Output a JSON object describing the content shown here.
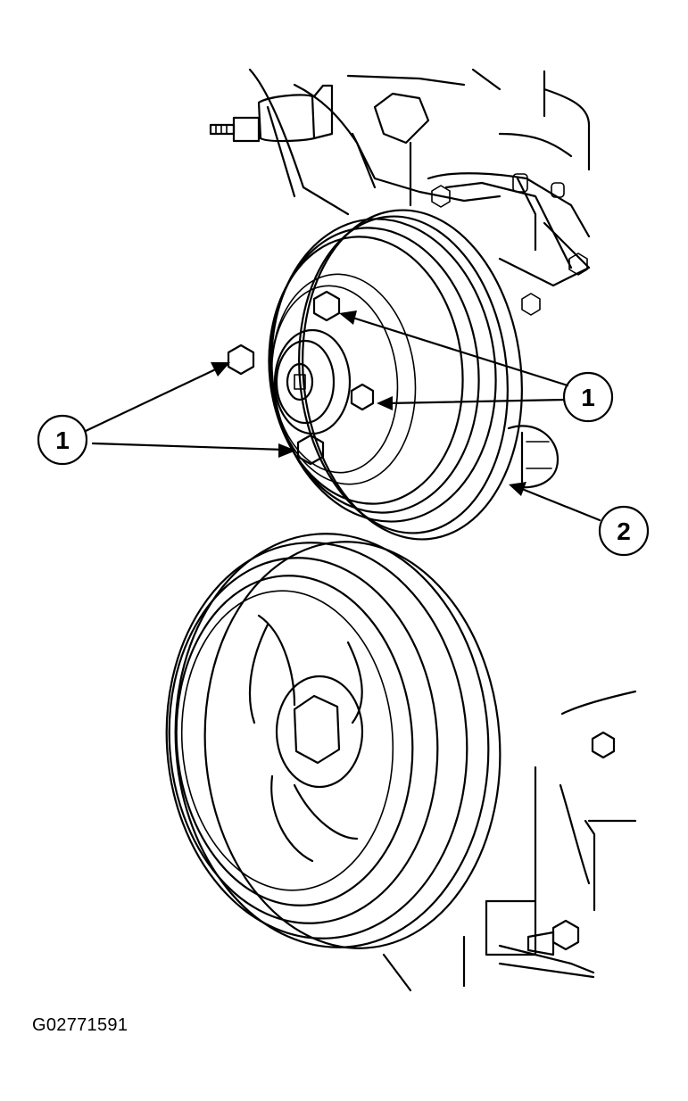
{
  "callouts": {
    "left": "1",
    "right": "1",
    "pump": "2"
  },
  "figure_id": "G02771591"
}
